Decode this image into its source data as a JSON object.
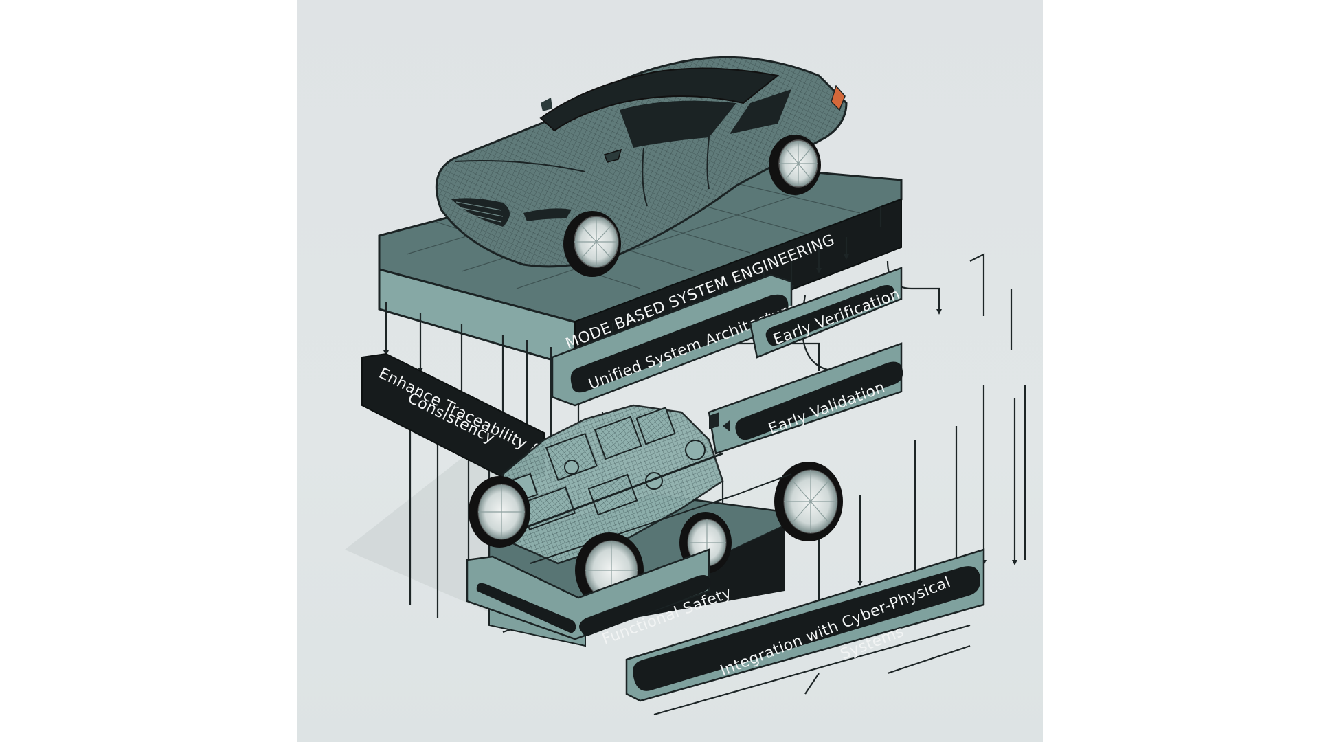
{
  "diagram": {
    "title": "MODE BASED SYSTEM ENGINEERING",
    "labels": {
      "unified": "Unified System Architecture",
      "verification": "Early Verification",
      "validation": "Early Validation",
      "traceability_line1": "Enhance Traceability &",
      "traceability_line2": "Consistency",
      "safety": "Functional Safety",
      "integration_line1": "Integration with Cyber-Physical",
      "integration_line2": "Systems"
    },
    "colors": {
      "background": "#e0e5e6",
      "slab_top": "#587574",
      "slab_side": "#7fa19e",
      "label_dark": "#161b1c",
      "car_body": "#5d7776",
      "accent_orange": "#d4683a"
    }
  }
}
